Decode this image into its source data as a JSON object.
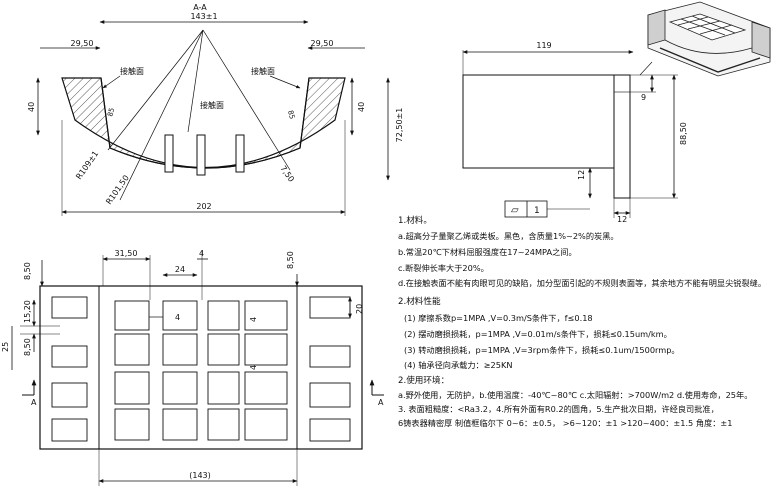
{
  "section_label": "A-A",
  "section_view": {
    "width_top": "143±1",
    "left_offset": "29,50",
    "right_offset": "29,50",
    "height_left": "40",
    "height_right": "40",
    "height_total": "72,50±1",
    "width_bottom": "202",
    "contact_label": "接触面",
    "radius_inner": "R109±1",
    "radius_outer": "R101,50",
    "thickness": "7,50",
    "angle_left": "85",
    "angle_right": "85"
  },
  "side_view": {
    "width": "119",
    "height": "88,50",
    "step": "9",
    "thickness": "12",
    "bottom_width": "12",
    "flatness_symbol": "▱",
    "flatness_value": "1"
  },
  "plan_view": {
    "cell_pitch": "31,50",
    "cell_width": "24",
    "rib": "4",
    "top_margin": "8,50",
    "left_a": "15,20",
    "left_b": "8,50",
    "left_total": "25",
    "right_dim": "20",
    "right_top": "8,50",
    "bottom_width": "(143)",
    "rib_mid": "4",
    "rib_right": "4",
    "section_mark": "A"
  },
  "notes": [
    "1.材料。",
    "a.超高分子量聚乙烯或类板。黑色，含质量1%~2%的炭黑。",
    "b.常温20℃下材料屈服强度在17~24MPA之间。",
    "c.断裂伸长率大于20%。",
    "d.在接触表面不能有肉眼可见的缺陷，加分型面引起的不规则表面等，其余地方不能有明显尖锐裂缝。",
    "2.材料性能",
    "(1) 摩擦系数p=1MPA ,V=0.3m/S条件下，f≤0.18",
    "(2) 摆动磨损损耗，p=1MPA ,V=0.01m/s条件下，损耗≤0.15um/km。",
    "(3) 转动磨损损耗，p=1MPA ,V=3rpm条件下，损耗≤0.1um/1500rmp。",
    "(4) 轴承径向承载力：≥25KN",
    "2.使用环境：",
    "a.野外使用，无防护，b.使用温度：-40℃~80℃ c.太阳辐射：>700W/m2 d.使用寿命，25年。",
    "3. 表面粗糙度：<Ra3.2，4.所有外面有R0.2的圆角，5.生产批次日期，许经良司批准，",
    "6铸表器精密厚  制值框临尔下     0~6：±0.5，   >6~120：±1   >120~400：±1.5  角度：±1"
  ]
}
